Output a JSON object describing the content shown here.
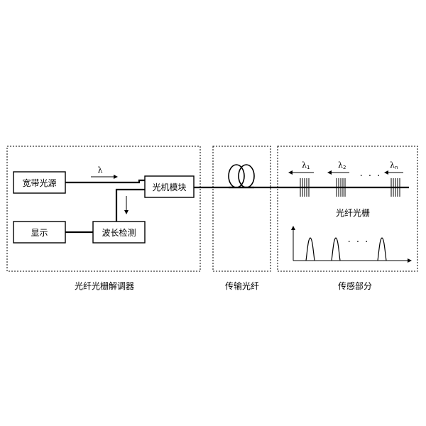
{
  "sections": {
    "demodulator": "光纤光栅解调器",
    "transmission": "传输光纤",
    "sensing": "传感部分"
  },
  "blocks": {
    "broadband_source": "宽带光源",
    "optical_module": "光机模块",
    "display": "显示",
    "wavelength_detection": "波长检测"
  },
  "signals": {
    "lambda": "λ",
    "lambda_1_symbol": "λ",
    "lambda_1_sub": "1",
    "lambda_2_symbol": "λ",
    "lambda_2_sub": "2",
    "lambda_n_symbol": "λ",
    "lambda_n_sub": "n",
    "grating_dots": "· · ·",
    "spectrum_dots": "· · ·"
  },
  "labels": {
    "fiber_grating": "光纤光栅"
  }
}
